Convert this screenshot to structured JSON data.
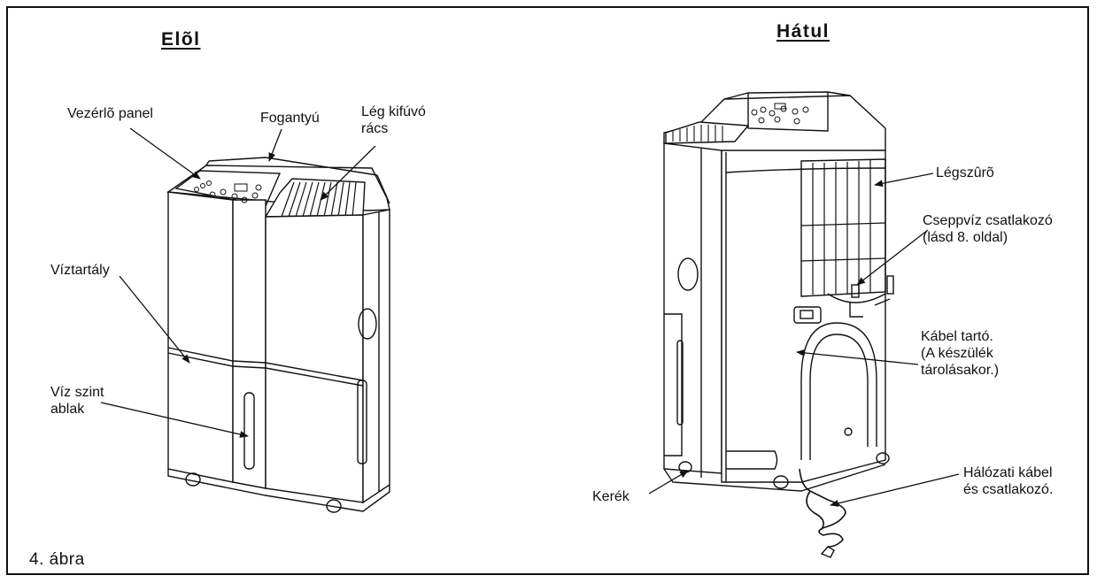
{
  "headings": {
    "front": "Elõl",
    "back": "Hátul"
  },
  "labels": {
    "control_panel": "Vezérlõ panel",
    "handle": "Fogantyú",
    "air_outlet_1": "Lég kifúvó",
    "air_outlet_2": "rács",
    "water_tank": "Víztartály",
    "water_level_1": "Víz szint",
    "water_level_2": "ablak",
    "air_filter": "Légszûrõ",
    "drain_1": "Cseppvíz csatlakozó",
    "drain_2": "(lásd 8. oldal)",
    "cable_holder_1": "Kábel tartó.",
    "cable_holder_2": "(A készülék",
    "cable_holder_3": "tárolásakor.)",
    "power_cable_1": "Hálózati kábel",
    "power_cable_2": "és csatlakozó.",
    "wheel": "Kerék"
  },
  "figure_caption": "4. ábra",
  "colors": {
    "line": "#111111",
    "background": "#ffffff"
  }
}
